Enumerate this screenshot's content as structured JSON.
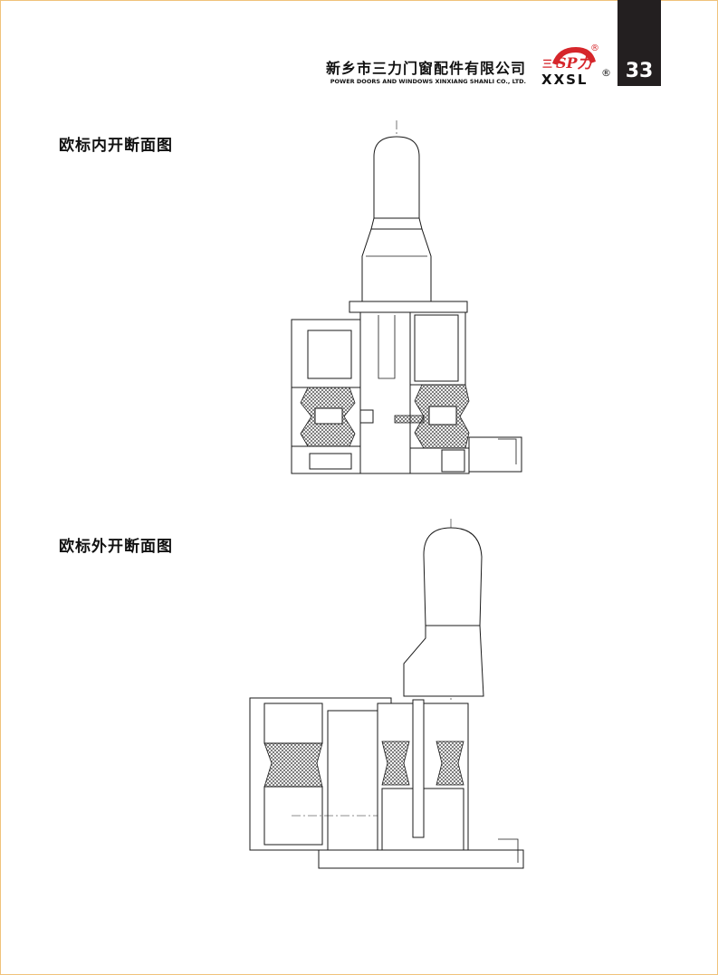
{
  "header": {
    "company_cn": "新乡市三力门窗配件有限公司",
    "company_en": "POWER DOORS AND WINDOWS XINXIANG SHANLI CO., LTD.",
    "logo_text": "SP力",
    "logo_mark": "三",
    "brand": "XXSL",
    "registered": "®",
    "page_number": "33"
  },
  "sections": [
    {
      "title": "欧标内开断面图"
    },
    {
      "title": "欧标外开断面图"
    }
  ],
  "colors": {
    "border": "#f0c27a",
    "logo_red": "#d6262b",
    "tab": "#231f20"
  }
}
